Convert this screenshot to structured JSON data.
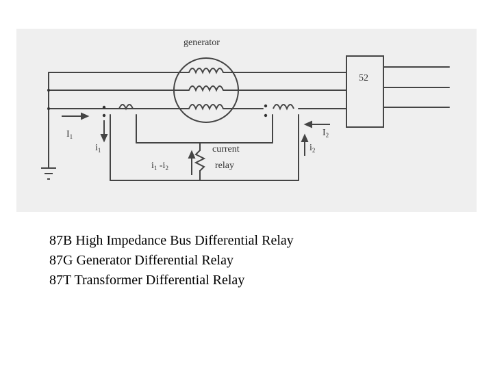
{
  "diagram": {
    "generator_label": "generator",
    "breaker_label": "52",
    "relay_label_line1": "current",
    "relay_label_line2": "relay",
    "current_in": {
      "main": "I",
      "sub": "1"
    },
    "current_out": {
      "main": "I",
      "sub": "2"
    },
    "secondary_left": {
      "main": "i",
      "sub": "1"
    },
    "secondary_right": {
      "main": "i",
      "sub": "2"
    },
    "difference": {
      "a": "i",
      "a_sub": "1",
      "op": " -i",
      "b_sub": "2"
    }
  },
  "caption": {
    "lines": [
      "87B High Impedance Bus Differential Relay",
      "87G Generator Differential Relay",
      "87T Transformer Differential Relay"
    ]
  }
}
